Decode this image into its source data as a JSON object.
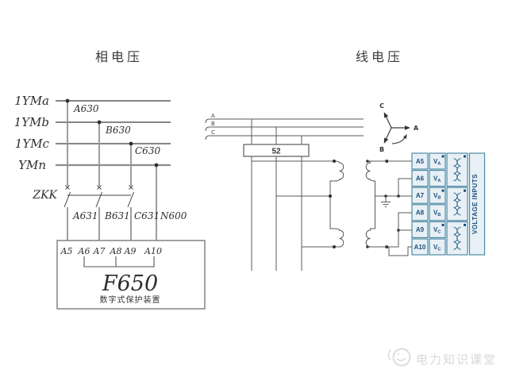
{
  "left_diagram": {
    "title": "相电压",
    "bus_labels": [
      "1YMa",
      "1YMb",
      "1YMc",
      "YMn"
    ],
    "tap_labels": [
      "A630",
      "B630",
      "C630"
    ],
    "switch_label": "ZKK",
    "wire_labels": [
      "A631",
      "B631",
      "C631",
      "N600"
    ],
    "terminals": [
      "A5",
      "A6",
      "A7",
      "A8",
      "A9",
      "A10"
    ],
    "device_model": "F650",
    "device_desc": "数字式保护装置"
  },
  "right_diagram": {
    "title": "线电压",
    "bus_labels": [
      "A",
      "B",
      "C"
    ],
    "breaker_label": "52",
    "phasor_labels": [
      "A",
      "B",
      "C"
    ],
    "terminal_block": {
      "side_label": "VOLTAGE INPUTS",
      "rows": [
        {
          "terminal": "A5",
          "v": "V",
          "phase": "A",
          "polarity": true
        },
        {
          "terminal": "A6",
          "v": "V",
          "phase": "A",
          "polarity": false
        },
        {
          "terminal": "A7",
          "v": "V",
          "phase": "B",
          "polarity": true
        },
        {
          "terminal": "A8",
          "v": "V",
          "phase": "B",
          "polarity": false
        },
        {
          "terminal": "A9",
          "v": "V",
          "phase": "C",
          "polarity": true
        },
        {
          "terminal": "A10",
          "v": "V",
          "phase": "C",
          "polarity": false
        }
      ]
    }
  },
  "watermark": {
    "text": "电力知识课堂"
  },
  "colors": {
    "diagram_line": "#3c3c3c",
    "tap_line": "#949494",
    "block_border": "#4d8aa5",
    "block_fill": "#e8f0f6",
    "block_text": "#1c4f7a",
    "watermark_text": "#d8d8d8"
  }
}
